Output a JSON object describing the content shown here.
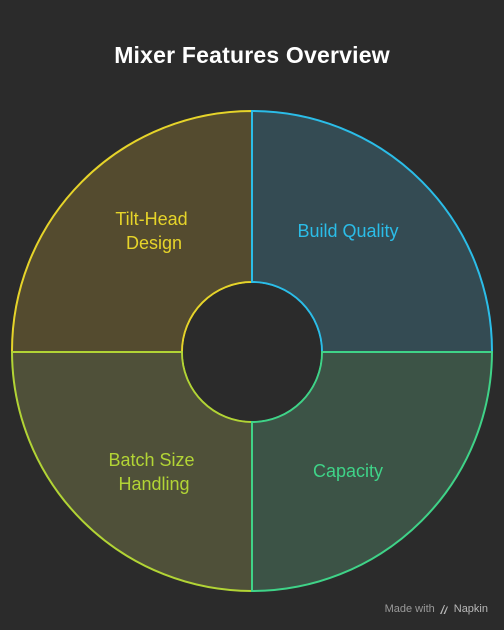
{
  "title": "Mixer Features Overview",
  "segments": [
    {
      "label_lines": [
        "Tilt-Head",
        "Design"
      ],
      "stroke": "#e6d42a",
      "fill": "#544b2f"
    },
    {
      "label_lines": [
        "Build Quality"
      ],
      "stroke": "#2bbde8",
      "fill": "#344b53"
    },
    {
      "label_lines": [
        "Batch Size",
        "Handling"
      ],
      "stroke": "#b2d435",
      "fill": "#4f5039"
    },
    {
      "label_lines": [
        "Capacity"
      ],
      "stroke": "#3fd388",
      "fill": "#3c5346"
    }
  ],
  "background": "#2b2b2b",
  "footer": {
    "made_with": "Made with",
    "brand": "Napkin",
    "icon": "napkin-logo-icon"
  }
}
